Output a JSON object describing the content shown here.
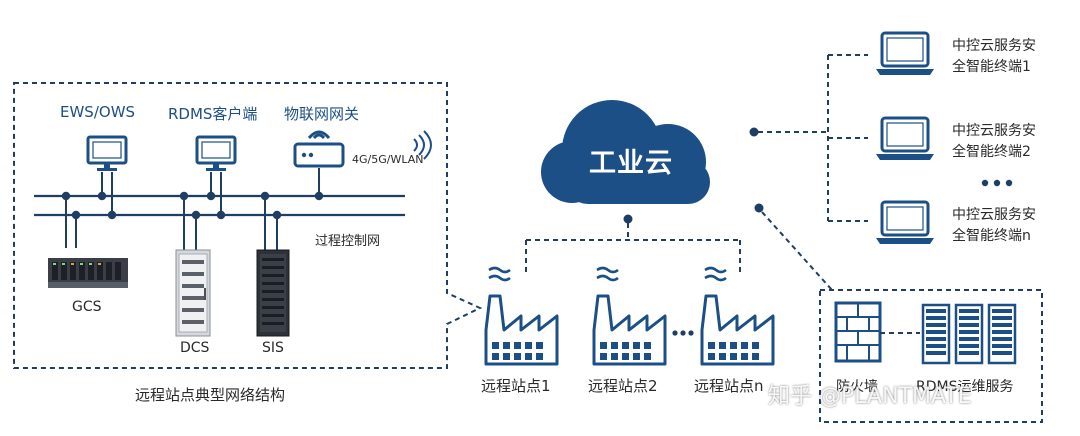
{
  "left_panel": {
    "caption": "远程站点典型网络结构",
    "devices": {
      "ews": "EWS/OWS",
      "rdms_client": "RDMS客户端",
      "iot_gateway": "物联网网关",
      "wireless": "4G/5G/WLAN",
      "process_network": "过程控制网",
      "gcs": "GCS",
      "dcs": "DCS",
      "sis": "SIS"
    }
  },
  "cloud": {
    "label": "工业云"
  },
  "sites": [
    "远程站点1",
    "远程站点2",
    "远程站点n"
  ],
  "terminals": [
    {
      "line1": "中控云服务安",
      "line2": "全智能终端1"
    },
    {
      "line1": "中控云服务安",
      "line2": "全智能终端2"
    },
    {
      "line1": "中控云服务安",
      "line2": "全智能终端n"
    }
  ],
  "datacenter": {
    "firewall": "防火墙",
    "rdms_server": "RDMS运维服务"
  },
  "watermark": "知乎 @PLANTMATE",
  "colors": {
    "primary_blue": "#1c4f86",
    "line_navy": "#1f3e63",
    "text": "#2a2a2a"
  }
}
